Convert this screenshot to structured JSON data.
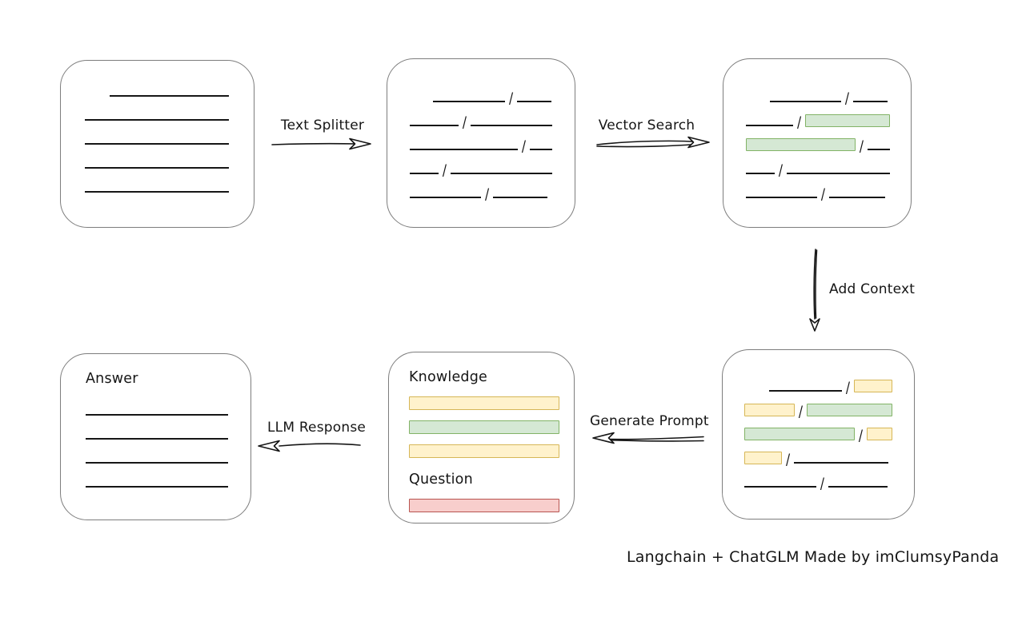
{
  "caption": "Langchain + ChatGLM Made by imClumsyPanda",
  "colors": {
    "green_fill": "#d5e8d4",
    "green_border": "#82b366",
    "yellow_fill": "#fff2cc",
    "yellow_border": "#d6b656",
    "red_fill": "#f8cecc",
    "red_border": "#b85450",
    "box_border": "#7d7d7d",
    "ink": "#161616"
  },
  "arrows": {
    "text_splitter": {
      "label": "Text Splitter",
      "direction": "right"
    },
    "vector_search": {
      "label": "Vector Search",
      "direction": "right"
    },
    "add_context": {
      "label": "Add Context",
      "direction": "down"
    },
    "generate_prompt": {
      "label": "Generate Prompt",
      "direction": "left"
    },
    "llm_response": {
      "label": "LLM Response",
      "direction": "left"
    }
  },
  "nodes": {
    "document": {
      "description": "source document with plain text lines",
      "items": [
        {
          "type": "row",
          "indent": 31,
          "segments": [
            {
              "kind": "line",
              "w": 149
            }
          ]
        },
        {
          "type": "row",
          "segments": [
            {
              "kind": "line",
              "w": 180
            }
          ]
        },
        {
          "type": "row",
          "segments": [
            {
              "kind": "line",
              "w": 180
            }
          ]
        },
        {
          "type": "row",
          "segments": [
            {
              "kind": "line",
              "w": 180
            }
          ]
        },
        {
          "type": "row",
          "segments": [
            {
              "kind": "line",
              "w": 180
            }
          ]
        }
      ]
    },
    "split_text": {
      "description": "document split into chunks separated by slashes",
      "items": [
        {
          "type": "row",
          "indent": 29,
          "segments": [
            {
              "kind": "line",
              "w": 90
            },
            {
              "kind": "slash"
            },
            {
              "kind": "line",
              "w": 43
            }
          ]
        },
        {
          "type": "row",
          "segments": [
            {
              "kind": "line",
              "w": 61
            },
            {
              "kind": "slash"
            },
            {
              "kind": "line",
              "w": 103
            }
          ]
        },
        {
          "type": "row",
          "segments": [
            {
              "kind": "line",
              "w": 136
            },
            {
              "kind": "slash"
            },
            {
              "kind": "line",
              "w": 28
            }
          ]
        },
        {
          "type": "row",
          "segments": [
            {
              "kind": "line",
              "w": 36
            },
            {
              "kind": "slash"
            },
            {
              "kind": "line",
              "w": 128
            }
          ]
        },
        {
          "type": "row",
          "segments": [
            {
              "kind": "line",
              "w": 89
            },
            {
              "kind": "slash"
            },
            {
              "kind": "line",
              "w": 68
            }
          ]
        }
      ]
    },
    "search_results": {
      "description": "chunks matched by vector search highlighted green",
      "items": [
        {
          "type": "row",
          "indent": 30,
          "segments": [
            {
              "kind": "line",
              "w": 89
            },
            {
              "kind": "slash"
            },
            {
              "kind": "line",
              "w": 43
            }
          ]
        },
        {
          "type": "row",
          "segments": [
            {
              "kind": "line",
              "w": 59
            },
            {
              "kind": "slash"
            },
            {
              "kind": "chunk",
              "color": "green",
              "w": 106
            }
          ]
        },
        {
          "type": "row",
          "segments": [
            {
              "kind": "chunk",
              "color": "green",
              "w": 137
            },
            {
              "kind": "slash"
            },
            {
              "kind": "line",
              "w": 28
            }
          ]
        },
        {
          "type": "row",
          "segments": [
            {
              "kind": "line",
              "w": 36
            },
            {
              "kind": "slash"
            },
            {
              "kind": "line",
              "w": 130
            }
          ]
        },
        {
          "type": "row",
          "segments": [
            {
              "kind": "line",
              "w": 89
            },
            {
              "kind": "slash"
            },
            {
              "kind": "line",
              "w": 70
            }
          ]
        }
      ]
    },
    "context": {
      "description": "matched chunks plus neighbouring context highlighted yellow",
      "items": [
        {
          "type": "row",
          "indent": 31,
          "segments": [
            {
              "kind": "line",
              "w": 92
            },
            {
              "kind": "slash"
            },
            {
              "kind": "chunk",
              "color": "yellow",
              "w": 48
            }
          ]
        },
        {
          "type": "row",
          "segments": [
            {
              "kind": "chunk",
              "color": "yellow",
              "w": 63
            },
            {
              "kind": "slash"
            },
            {
              "kind": "chunk",
              "color": "green",
              "w": 108
            }
          ]
        },
        {
          "type": "row",
          "segments": [
            {
              "kind": "chunk",
              "color": "green",
              "w": 138
            },
            {
              "kind": "slash"
            },
            {
              "kind": "chunk",
              "color": "yellow",
              "w": 32
            }
          ]
        },
        {
          "type": "row",
          "segments": [
            {
              "kind": "chunk",
              "color": "yellow",
              "w": 47
            },
            {
              "kind": "slash"
            },
            {
              "kind": "line",
              "w": 118
            }
          ]
        },
        {
          "type": "row",
          "segments": [
            {
              "kind": "line",
              "w": 90
            },
            {
              "kind": "slash"
            },
            {
              "kind": "line",
              "w": 74
            }
          ]
        }
      ]
    },
    "prompt": {
      "description": "generated prompt with knowledge and question sections",
      "items": [
        {
          "type": "heading",
          "text": "Knowledge"
        },
        {
          "type": "bar",
          "color": "yellow"
        },
        {
          "type": "bar",
          "color": "green"
        },
        {
          "type": "bar",
          "color": "yellow"
        },
        {
          "type": "heading",
          "text": "Question"
        },
        {
          "type": "bar",
          "color": "red"
        }
      ]
    },
    "answer": {
      "description": "LLM answer text lines",
      "items": [
        {
          "type": "heading",
          "text": "Answer"
        },
        {
          "type": "row",
          "segments": [
            {
              "kind": "line",
              "w": 179
            }
          ]
        },
        {
          "type": "row",
          "segments": [
            {
              "kind": "line",
              "w": 179
            }
          ]
        },
        {
          "type": "row",
          "segments": [
            {
              "kind": "line",
              "w": 179
            }
          ]
        },
        {
          "type": "row",
          "segments": [
            {
              "kind": "line",
              "w": 179
            }
          ]
        }
      ]
    }
  }
}
